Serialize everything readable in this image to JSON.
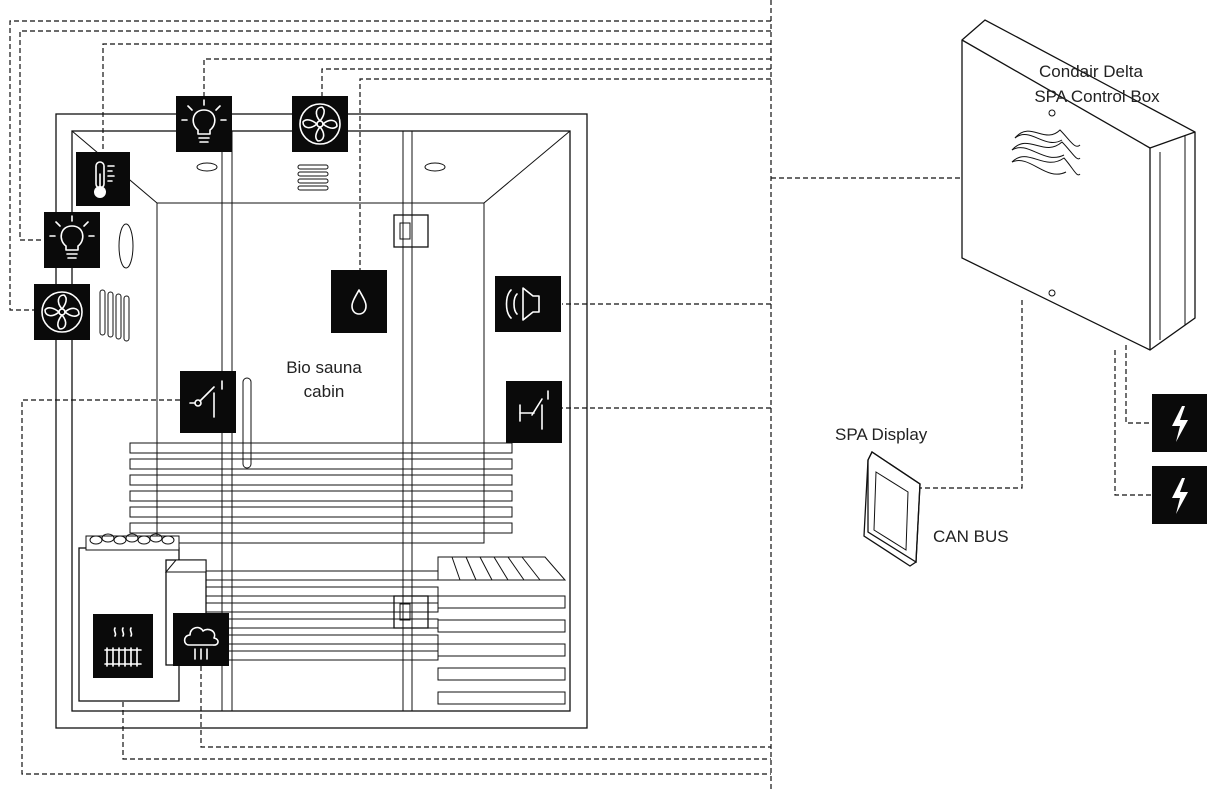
{
  "labels": {
    "control_box": [
      "Condair Delta",
      "SPA Control Box"
    ],
    "cabin": [
      "Bio sauna",
      "cabin"
    ],
    "display": "SPA Display",
    "bus": "CAN BUS"
  },
  "icons": [
    "thermometer-icon",
    "ceiling-light-icon",
    "ceiling-fan-icon",
    "wall-light-icon",
    "wall-fan-icon",
    "water-drop-icon",
    "speaker-icon",
    "door-switch-icon",
    "push-button-icon",
    "heater-icon",
    "steam-icon",
    "power-supply-icon"
  ]
}
